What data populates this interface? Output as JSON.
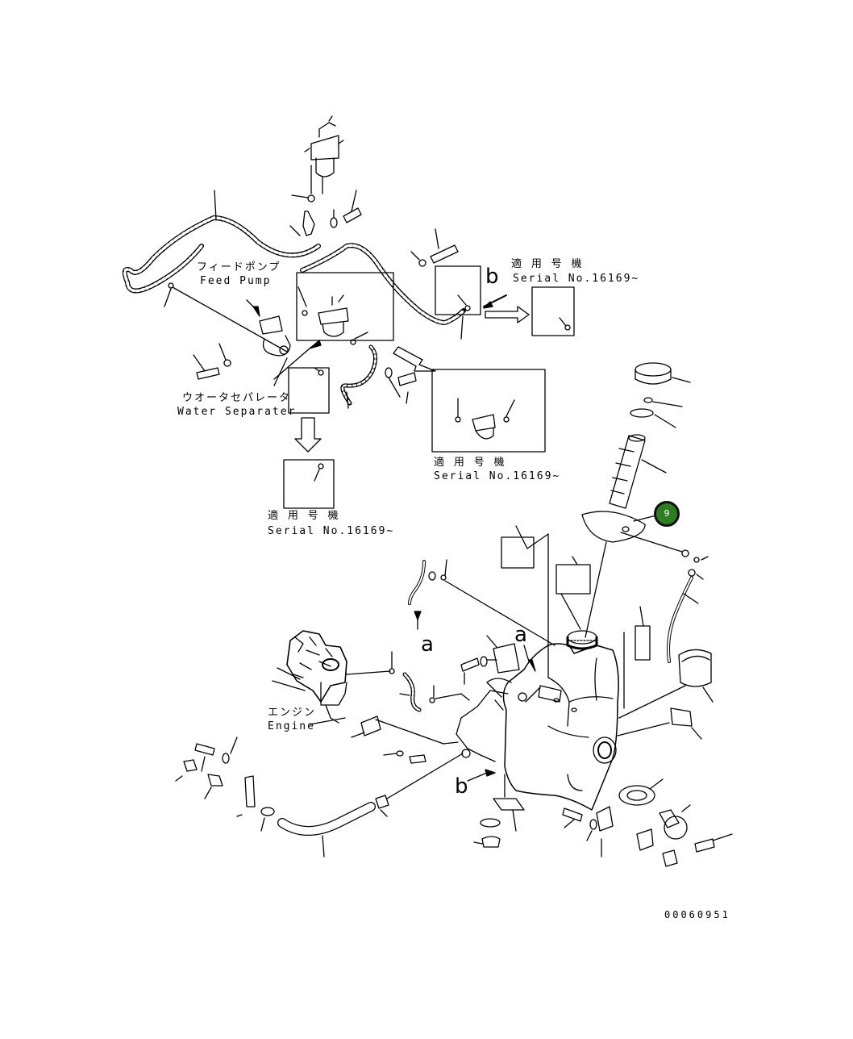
{
  "labels": {
    "feed_pump_jp": "フィードポンプ",
    "feed_pump_en": "Feed Pump",
    "water_separator_jp": "ウオータセパレータ",
    "water_separator_en": "Water Separater",
    "engine_jp": "エンジン",
    "engine_en": "Engine"
  },
  "serial_notes": {
    "top_right": {
      "line1": "適 用 号 機",
      "line2": "Serial No.16169~"
    },
    "middle": {
      "line1": "適 用 号 機",
      "line2": "Serial No.16169~"
    },
    "left": {
      "line1": "適 用 号 機",
      "line2": "Serial No.16169~"
    }
  },
  "reference_letters": {
    "b_top": "b",
    "a_left": "a",
    "a_tank": "a",
    "b_tank": "b"
  },
  "callout": {
    "number": "9",
    "color": "#2e7d23"
  },
  "drawing_number": "00060951"
}
